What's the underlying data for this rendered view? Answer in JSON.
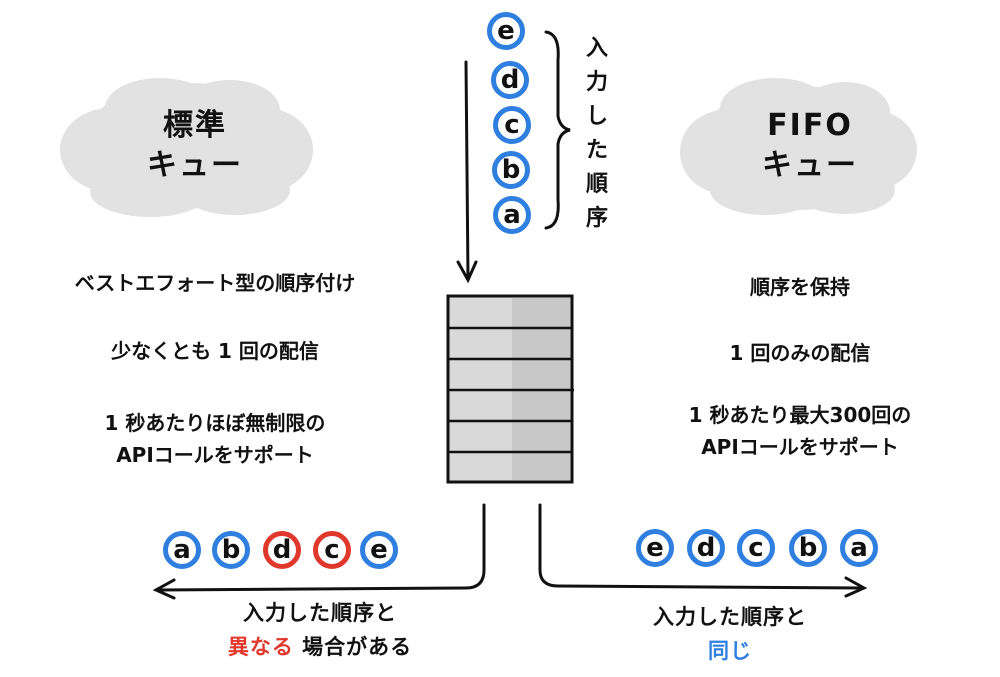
{
  "input_order_label": "入力した順序",
  "input_letters": [
    "e",
    "d",
    "c",
    "b",
    "a"
  ],
  "standard": {
    "title_line1": "標準",
    "title_line2": "キュー",
    "features": [
      "ベストエフォート型の順序付け",
      "少なくとも 1 回の配信",
      "1 秒あたりほぼ無制限の",
      "APIコールをサポート"
    ],
    "output_letters": [
      "a",
      "b",
      "d",
      "c",
      "e"
    ],
    "caption_line1": "入力した順序と",
    "caption_highlight": "異なる",
    "caption_rest": "場合がある"
  },
  "fifo": {
    "title_line1": "FIFO",
    "title_line2": "キュー",
    "features": [
      "順序を保持",
      "1 回のみの配信",
      "1 秒あたり最大300回の",
      "APIコールをサポート"
    ],
    "output_letters": [
      "e",
      "d",
      "c",
      "b",
      "a"
    ],
    "caption_line1": "入力した順序と",
    "caption_highlight": "同じ"
  },
  "colors": {
    "blue": "#2f7fe0",
    "red": "#e0382b",
    "cloud": "#e2e2e2",
    "queue_fill": "#d9d9d9"
  }
}
